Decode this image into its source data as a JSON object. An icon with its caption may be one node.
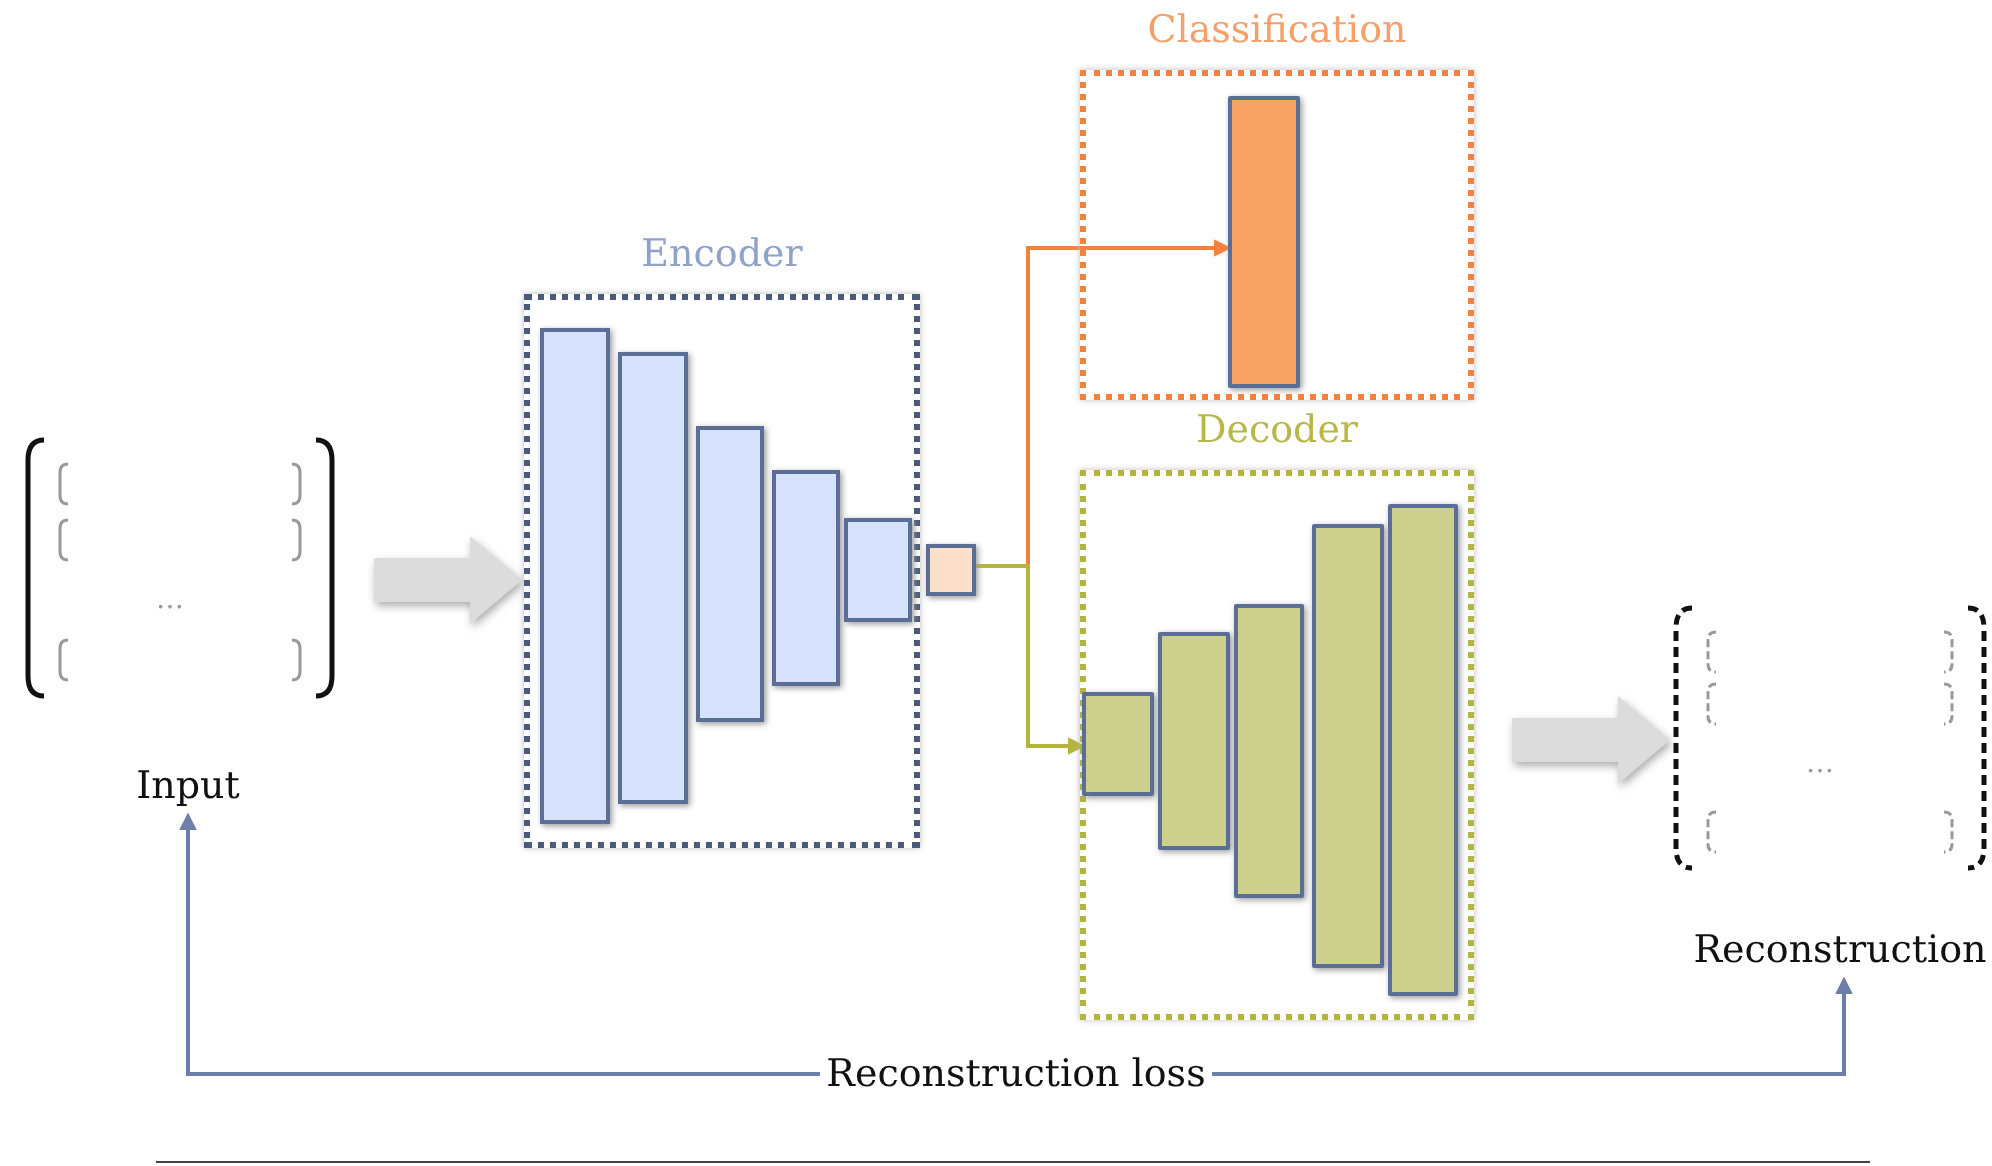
{
  "diagram": {
    "nodes": [
      {
        "text": [
          "Encoder"
        ]
      },
      {
        "text": [],
        "shape": "box",
        "in": 0
      },
      {
        "text": [],
        "shape": "box",
        "in": 0
      },
      {
        "text": [],
        "shape": "box",
        "in": 0
      },
      {
        "text": [],
        "shape": "box",
        "in": 0
      },
      {
        "text": [],
        "shape": "box",
        "in": 0
      },
      {
        "text": [],
        "shape": "box"
      },
      {
        "text": [
          "Classification"
        ]
      },
      {
        "text": [],
        "shape": "bar",
        "in": 7
      },
      {
        "text": [
          "Decoder"
        ]
      },
      {
        "text": [],
        "shape": "bar",
        "in": 9
      },
      {
        "text": [],
        "shape": "bar",
        "in": 9
      },
      {
        "text": [],
        "shape": "bar",
        "in": 9
      },
      {
        "text": [],
        "shape": "bar",
        "in": 9
      },
      {
        "text": [],
        "shape": "bar",
        "in": 9
      },
      {
        "text": [
          "…"
        ]
      },
      {
        "text": [
          "Input"
        ]
      },
      {
        "text": [
          "…"
        ]
      },
      {
        "text": [
          "Reconstruction"
        ]
      }
    ],
    "edges": [
      {
        "from": 15,
        "to": 0,
        "arrow": "to",
        "style": "thick",
        "color": "#dcdcdc"
      },
      {
        "from": 6,
        "to": 8,
        "arrow": "to",
        "color": "#f5823c"
      },
      {
        "from": 6,
        "to": 10,
        "arrow": "to",
        "color": "#b5b53c"
      },
      {
        "from": 9,
        "to": 17,
        "arrow": "to",
        "style": "thick",
        "color": "#dcdcdc"
      },
      {
        "from": 16,
        "to": 18,
        "arrow": "both",
        "label": "Reconstruction loss",
        "color": "#6b7fa8"
      }
    ]
  }
}
